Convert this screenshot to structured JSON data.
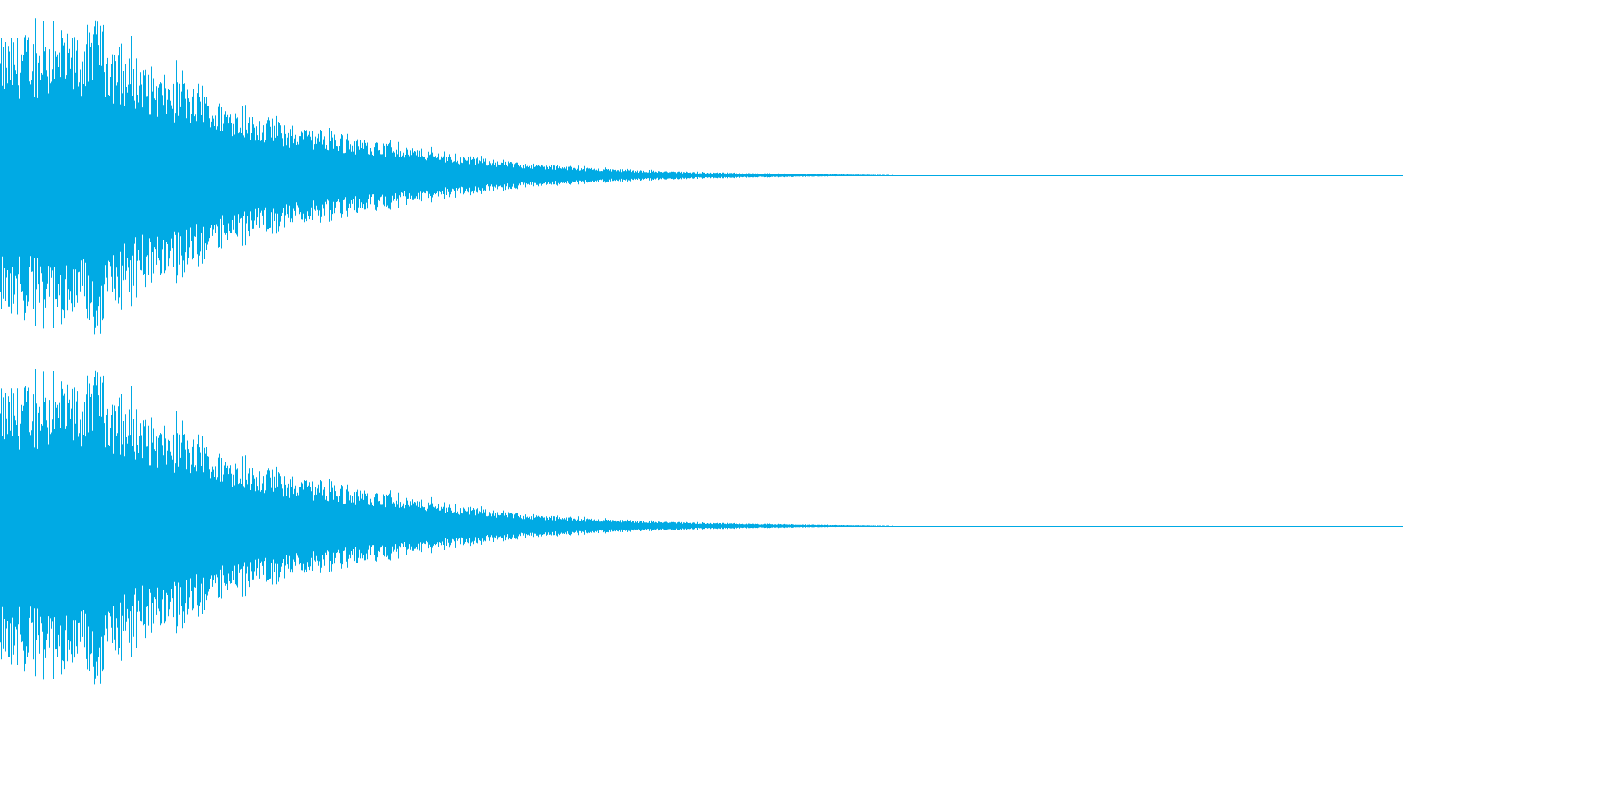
{
  "colors": {
    "waveform": "#00aae4",
    "background": "#ffffff"
  },
  "chart_data": {
    "type": "waveform",
    "title": "",
    "xlabel": "",
    "ylabel": "",
    "grid": false,
    "legend": "none",
    "channels": 2,
    "channel_names": [],
    "x_range": [
      0,
      1
    ],
    "y_range": [
      -1,
      1
    ],
    "envelope": {
      "description_points_x_fraction": [
        0.0,
        0.02,
        0.05,
        0.07,
        0.09,
        0.12,
        0.15,
        0.2,
        0.25,
        0.3,
        0.35,
        0.4,
        0.45,
        0.5,
        0.55,
        0.6,
        0.64,
        1.0
      ],
      "peak_amplitude": [
        0.88,
        0.95,
        0.9,
        1.0,
        0.78,
        0.66,
        0.5,
        0.34,
        0.25,
        0.17,
        0.1,
        0.06,
        0.035,
        0.02,
        0.012,
        0.006,
        0.002,
        0.0
      ]
    }
  }
}
